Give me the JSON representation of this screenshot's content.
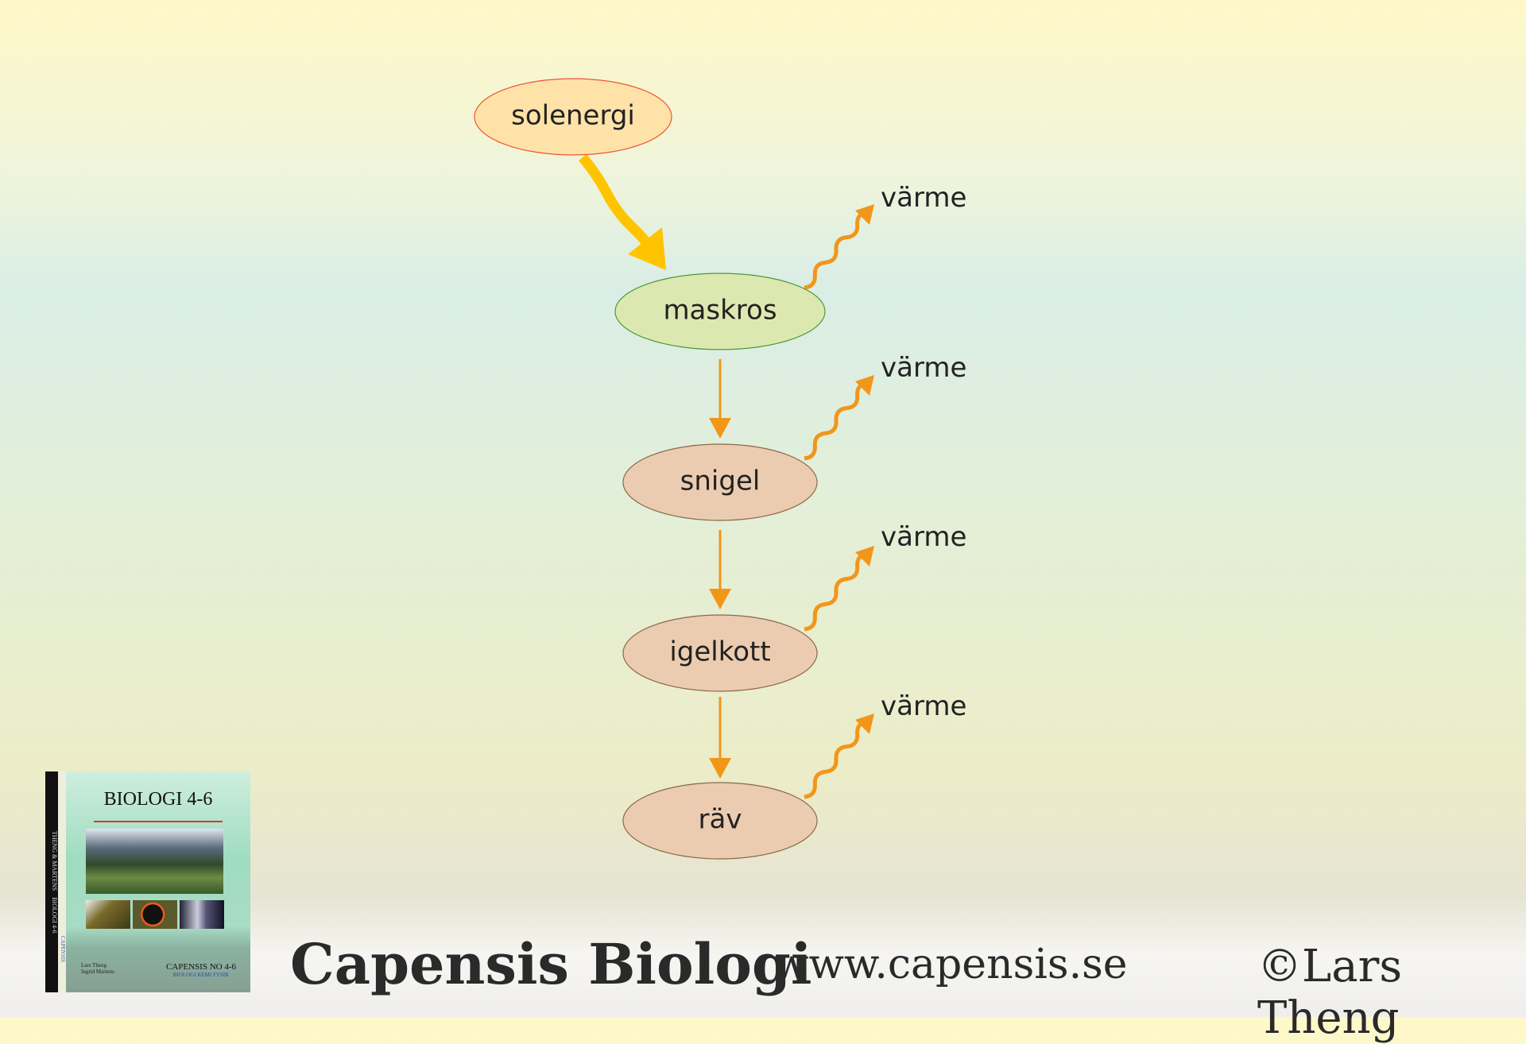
{
  "diagram": {
    "nodes": [
      {
        "id": "solenergi",
        "label": "solenergi"
      },
      {
        "id": "maskros",
        "label": "maskros"
      },
      {
        "id": "snigel",
        "label": "snigel"
      },
      {
        "id": "igelkott",
        "label": "igelkott"
      },
      {
        "id": "rav",
        "label": "räv"
      }
    ],
    "heat_labels": [
      "värme",
      "värme",
      "värme",
      "värme"
    ],
    "colors": {
      "sun_fill": "#ffe2a8",
      "sun_stroke": "#ee5533",
      "plant_fill": "#dde8b0",
      "plant_stroke": "#4a9a3a",
      "animal_fill": "#ecccb0",
      "animal_stroke": "#8a6a4a",
      "arrow": "#f2961a",
      "sun_arrow": "#ffc400"
    }
  },
  "book": {
    "spine_authors": "THENG & MARTENS",
    "spine_title": "BIOLOGI 4-6",
    "spine_publisher": "CAPENSIS",
    "title": "BIOLOGI 4-6",
    "authors": [
      "Lars Theng",
      "Ingrid Martens"
    ],
    "series": "CAPENSIS NO 4-6",
    "subjects": "BIOLOGI KEMI FYSIK"
  },
  "footer": {
    "brand": "Capensis Biologi",
    "url": "www.capensis.se",
    "copyright": "©Lars Theng"
  }
}
